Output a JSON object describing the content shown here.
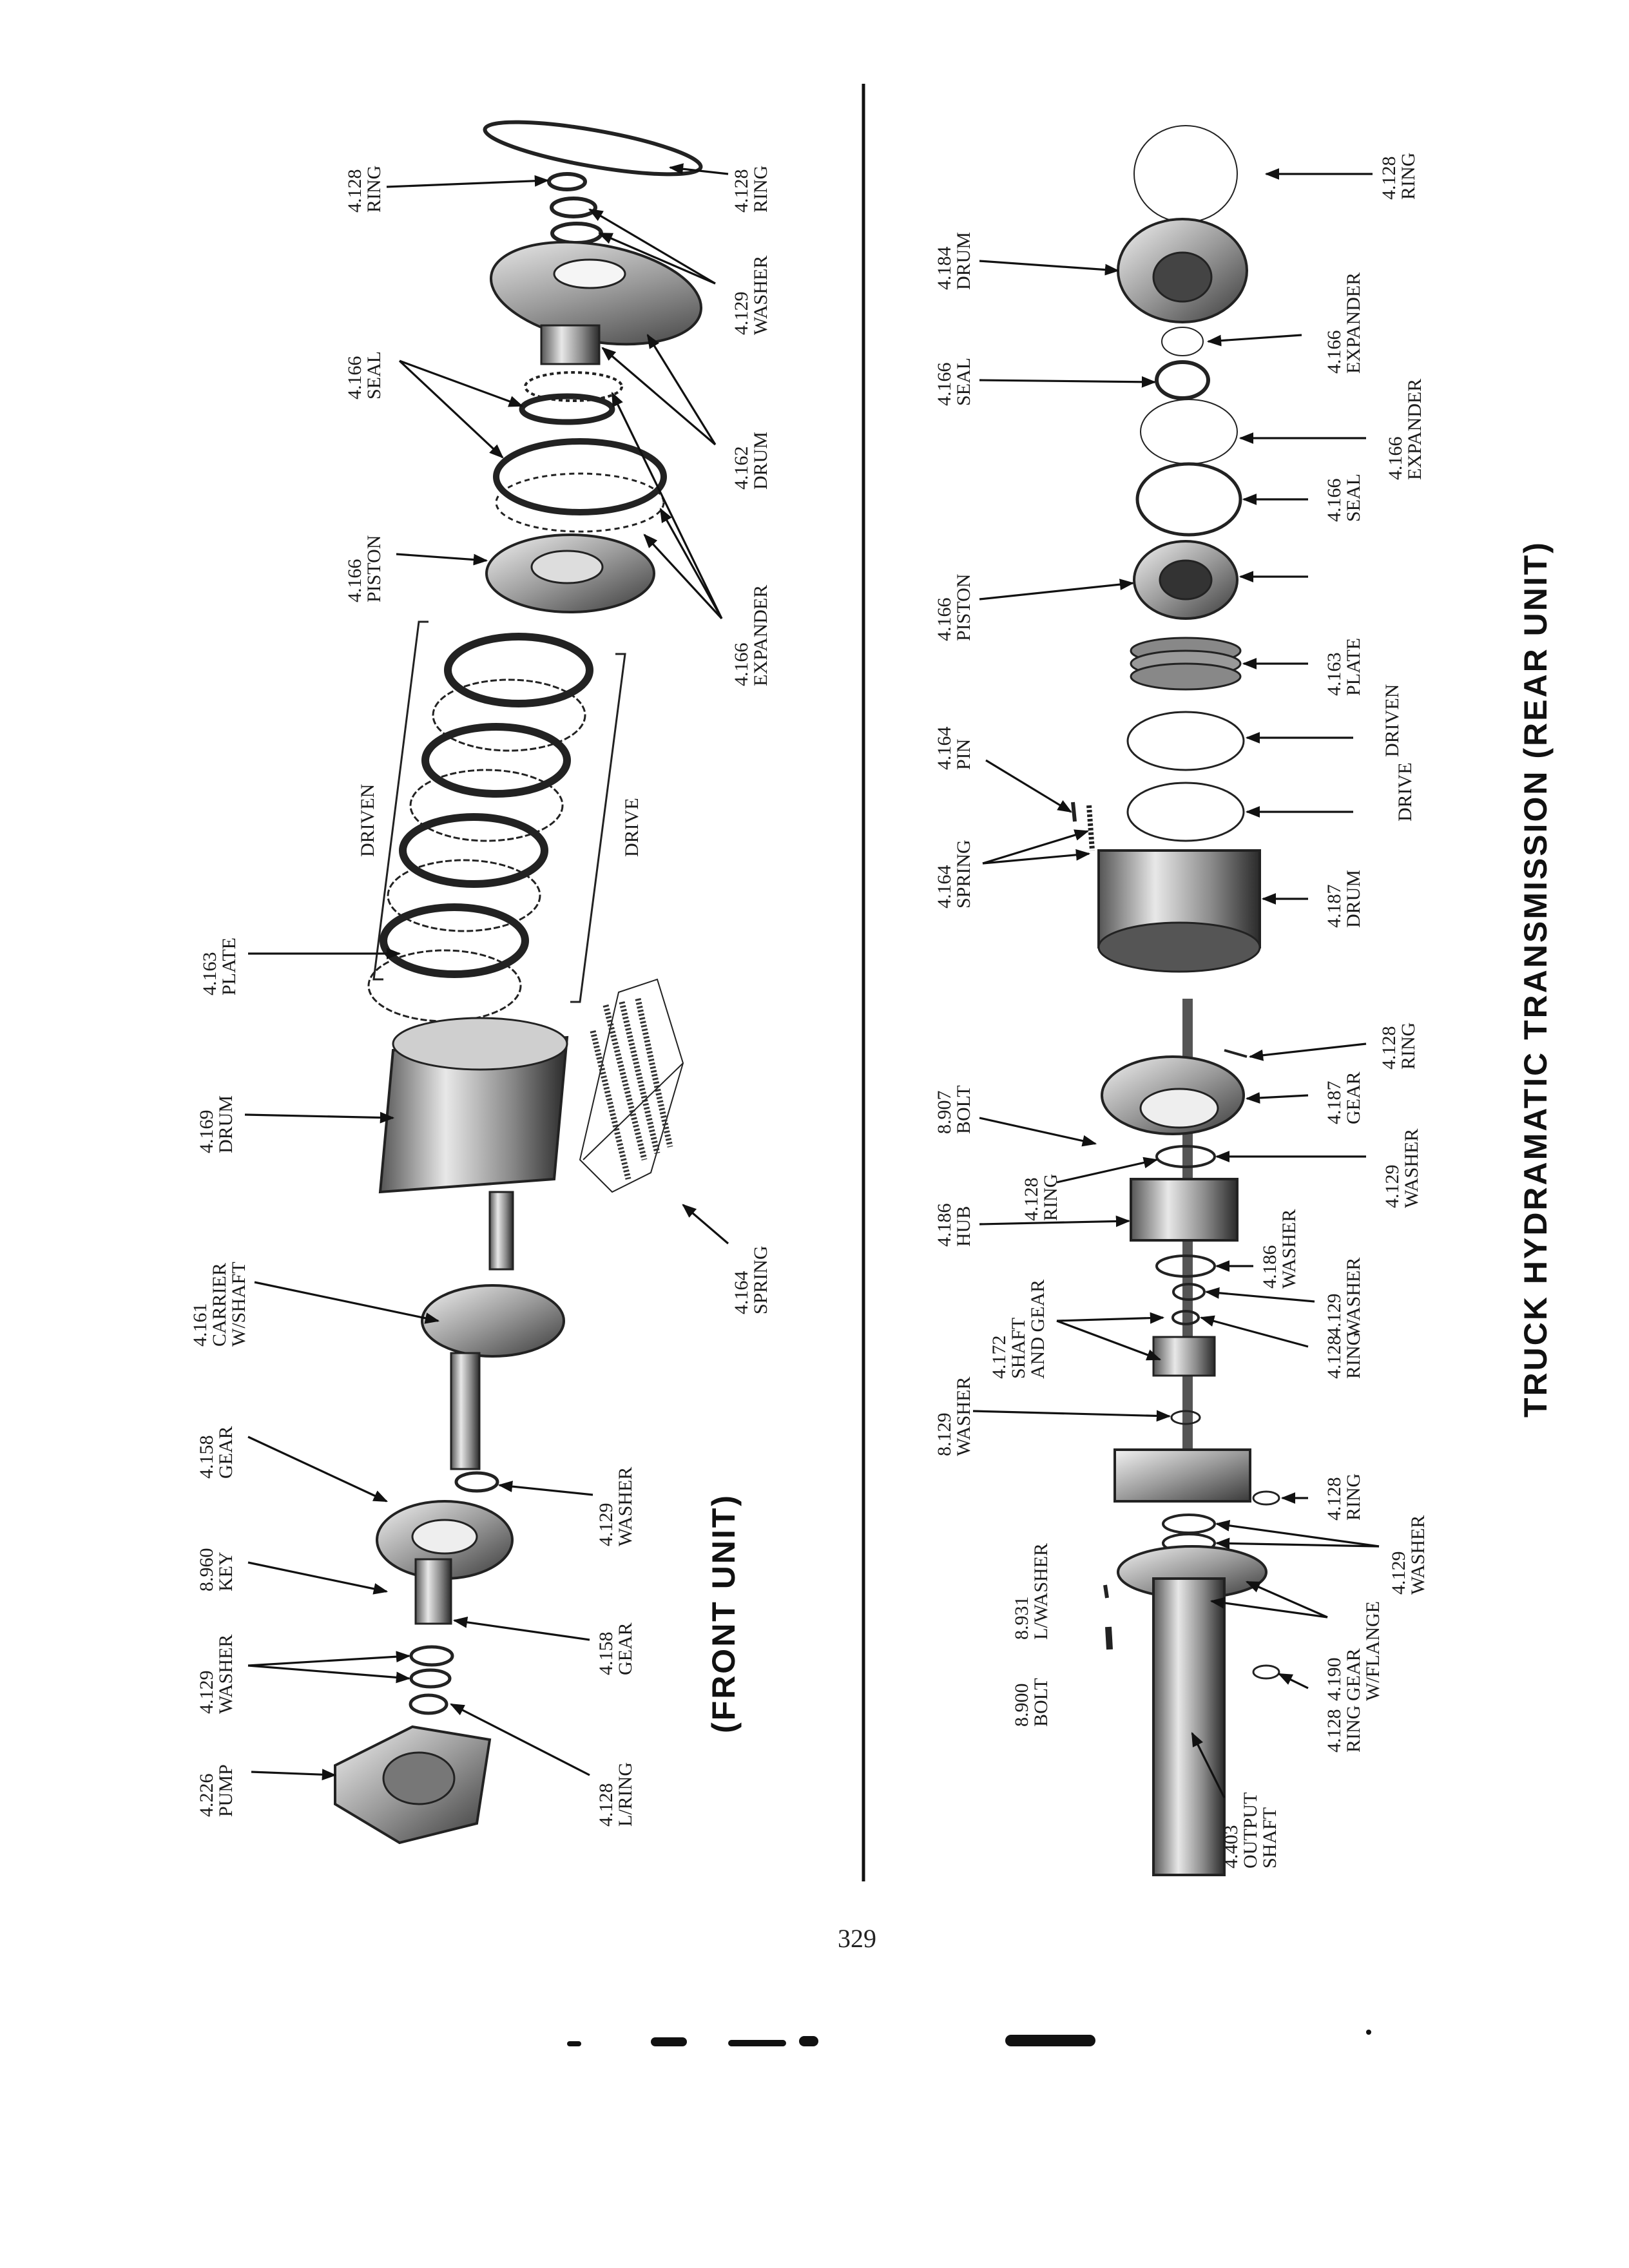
{
  "page_number": "329",
  "front_unit": {
    "title": "(FRONT UNIT)",
    "callouts": [
      {
        "id": "ring-top",
        "lines": [
          "4.128",
          "RING"
        ]
      },
      {
        "id": "seal",
        "lines": [
          "4.166",
          "SEAL"
        ]
      },
      {
        "id": "piston",
        "lines": [
          "4.166",
          "PISTON"
        ]
      },
      {
        "id": "driven",
        "lines": [
          "DRIVEN"
        ]
      },
      {
        "id": "plate",
        "lines": [
          "4.163",
          "PLATE"
        ]
      },
      {
        "id": "drum169",
        "lines": [
          "4.169",
          "DRUM"
        ]
      },
      {
        "id": "carrier",
        "lines": [
          "4.161",
          "CARRIER",
          "W/SHAFT"
        ]
      },
      {
        "id": "gear158a",
        "lines": [
          "4.158",
          "GEAR"
        ]
      },
      {
        "id": "key",
        "lines": [
          "8.960",
          "KEY"
        ]
      },
      {
        "id": "washer129",
        "lines": [
          "4.129",
          "WASHER"
        ]
      },
      {
        "id": "pump",
        "lines": [
          "4.226",
          "PUMP"
        ]
      },
      {
        "id": "ring-right",
        "lines": [
          "4.128",
          "RING"
        ]
      },
      {
        "id": "washer-right",
        "lines": [
          "4.129",
          "WASHER"
        ]
      },
      {
        "id": "drum162",
        "lines": [
          "4.162",
          "DRUM"
        ]
      },
      {
        "id": "expander",
        "lines": [
          "4.166",
          "EXPANDER"
        ]
      },
      {
        "id": "drive",
        "lines": [
          "DRIVE"
        ]
      },
      {
        "id": "spring164",
        "lines": [
          "4.164",
          "SPRING"
        ]
      },
      {
        "id": "washer129b",
        "lines": [
          "4.129",
          "WASHER"
        ]
      },
      {
        "id": "gear158b",
        "lines": [
          "4.158",
          "GEAR"
        ]
      },
      {
        "id": "lring",
        "lines": [
          "4.128",
          "L/RING"
        ]
      }
    ]
  },
  "rear_unit": {
    "title": "TRUCK HYDRAMATIC TRANSMISSION (REAR UNIT)",
    "callouts": [
      {
        "id": "r-drum184",
        "lines": [
          "4.184",
          "DRUM"
        ]
      },
      {
        "id": "r-seal-left",
        "lines": [
          "4.166",
          "SEAL"
        ]
      },
      {
        "id": "r-piston",
        "lines": [
          "4.166",
          "PISTON"
        ]
      },
      {
        "id": "r-pin",
        "lines": [
          "4.164",
          "PIN"
        ]
      },
      {
        "id": "r-spring",
        "lines": [
          "4.164",
          "SPRING"
        ]
      },
      {
        "id": "r-bolt907",
        "lines": [
          "8.907",
          "BOLT"
        ]
      },
      {
        "id": "r-ring-a",
        "lines": [
          "4.128",
          "RING"
        ]
      },
      {
        "id": "r-hub",
        "lines": [
          "4.186",
          "HUB"
        ]
      },
      {
        "id": "r-shaftgear",
        "lines": [
          "4.172",
          "SHAFT",
          "AND GEAR"
        ]
      },
      {
        "id": "r-washer8129",
        "lines": [
          "8.129",
          "WASHER"
        ]
      },
      {
        "id": "r-lwasher",
        "lines": [
          "8.931",
          "L/WASHER"
        ]
      },
      {
        "id": "r-bolt900",
        "lines": [
          "8.900",
          "BOLT"
        ]
      },
      {
        "id": "r-ring-top",
        "lines": [
          "4.128",
          "RING"
        ]
      },
      {
        "id": "r-exp1",
        "lines": [
          "4.166",
          "EXPANDER"
        ]
      },
      {
        "id": "r-exp2",
        "lines": [
          "4.166",
          "EXPANDER"
        ]
      },
      {
        "id": "r-seal-right",
        "lines": [
          "4.166",
          "SEAL"
        ]
      },
      {
        "id": "r-plate",
        "lines": [
          "4.163",
          "PLATE"
        ]
      },
      {
        "id": "r-driven",
        "lines": [
          "DRIVEN"
        ]
      },
      {
        "id": "r-drive",
        "lines": [
          "DRIVE"
        ]
      },
      {
        "id": "r-drum187",
        "lines": [
          "4.187",
          "DRUM"
        ]
      },
      {
        "id": "r-ring-mid",
        "lines": [
          "4.128",
          "RING"
        ]
      },
      {
        "id": "r-gear187",
        "lines": [
          "4.187",
          "GEAR"
        ]
      },
      {
        "id": "r-washer129a",
        "lines": [
          "4.129",
          "WASHER"
        ]
      },
      {
        "id": "r-washer186",
        "lines": [
          "4.186",
          "WASHER"
        ]
      },
      {
        "id": "r-washer129b",
        "lines": [
          "4.129",
          "WASHER"
        ]
      },
      {
        "id": "r-ring-b",
        "lines": [
          "4.128",
          "RING"
        ]
      },
      {
        "id": "r-ring-c",
        "lines": [
          "4.128",
          "RING"
        ]
      },
      {
        "id": "r-washer129c",
        "lines": [
          "4.129",
          "WASHER"
        ]
      },
      {
        "id": "r-gearflange",
        "lines": [
          "4.190",
          "GEAR",
          "W/FLANGE"
        ]
      },
      {
        "id": "r-ring-d",
        "lines": [
          "4.128",
          "RING"
        ]
      },
      {
        "id": "r-output",
        "lines": [
          "4.403",
          "OUTPUT",
          "SHAFT"
        ]
      }
    ]
  }
}
